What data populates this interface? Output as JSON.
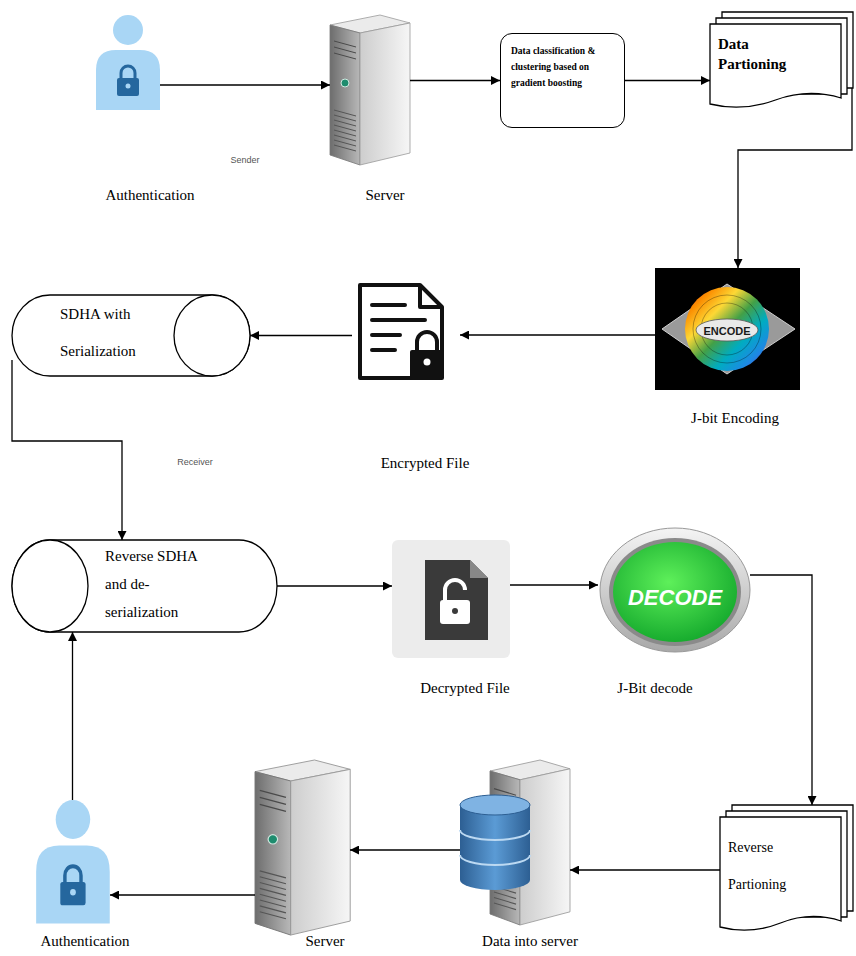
{
  "diagram": {
    "nodes": [
      {
        "text": [
          "Authentication"
        ]
      },
      {
        "text": [
          "Server"
        ]
      },
      {
        "text": [
          "Data classification & clustering based on gradient boosting"
        ]
      },
      {
        "text": [
          "Data Partioning"
        ]
      },
      {
        "text": [
          "J-bit Encoding"
        ]
      },
      {
        "text": [
          "Encrypted File"
        ]
      },
      {
        "text": [
          "SDHA with Serialization"
        ]
      },
      {
        "text": [
          "Reverse SDHA and de-serialization"
        ]
      },
      {
        "text": [
          "Decrypted File"
        ]
      },
      {
        "text": [
          "J-Bit decode"
        ]
      },
      {
        "text": [
          "Reverse Partioning"
        ]
      },
      {
        "text": [
          "Data into server"
        ]
      },
      {
        "text": [
          "Server"
        ]
      },
      {
        "text": [
          "Authentication"
        ]
      }
    ],
    "edges": [
      {
        "from": 0,
        "to": 1,
        "arrow": "to"
      },
      {
        "from": 1,
        "to": 2,
        "arrow": "to"
      },
      {
        "from": 2,
        "to": 3,
        "arrow": "to"
      },
      {
        "from": 3,
        "to": 4,
        "arrow": "to"
      },
      {
        "from": 4,
        "to": 5,
        "arrow": "to"
      },
      {
        "from": 5,
        "to": 6,
        "arrow": "to"
      },
      {
        "from": 6,
        "to": 7,
        "arrow": "to"
      },
      {
        "from": 7,
        "to": 8,
        "arrow": "to"
      },
      {
        "from": 8,
        "to": 9,
        "arrow": "to"
      },
      {
        "from": 9,
        "to": 10,
        "arrow": "to"
      },
      {
        "from": 10,
        "to": 11,
        "arrow": "to"
      },
      {
        "from": 11,
        "to": 12,
        "arrow": "to"
      },
      {
        "from": 12,
        "to": 13,
        "arrow": "to"
      },
      {
        "from": 13,
        "to": 7,
        "arrow": "to"
      }
    ],
    "labels": [
      "Sender",
      "ENCODE",
      "Receiver",
      "DECODE"
    ]
  }
}
